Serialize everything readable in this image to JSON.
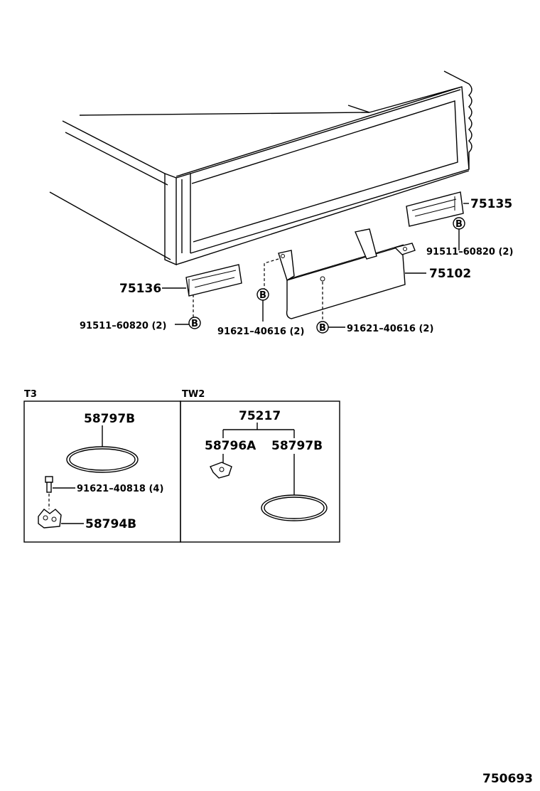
{
  "parts": {
    "p75135": "75135",
    "p75136": "75136",
    "p75102": "75102",
    "p91511_right": "91511–60820 (2)",
    "p91511_left": "91511–60820 (2)",
    "p91621_left": "91621–40616 (2)",
    "p91621_right": "91621–40616 (2)",
    "bolt_symbol": "B"
  },
  "inset_t3": {
    "title": "T3",
    "p58797b": "58797B",
    "p91621_40818": "91621–40818 (4)",
    "p58794b": "58794B"
  },
  "inset_tw2": {
    "title": "TW2",
    "p75217": "75217",
    "p58796a": "58796A",
    "p58797b": "58797B"
  },
  "footer": {
    "diagram_number": "750693"
  }
}
